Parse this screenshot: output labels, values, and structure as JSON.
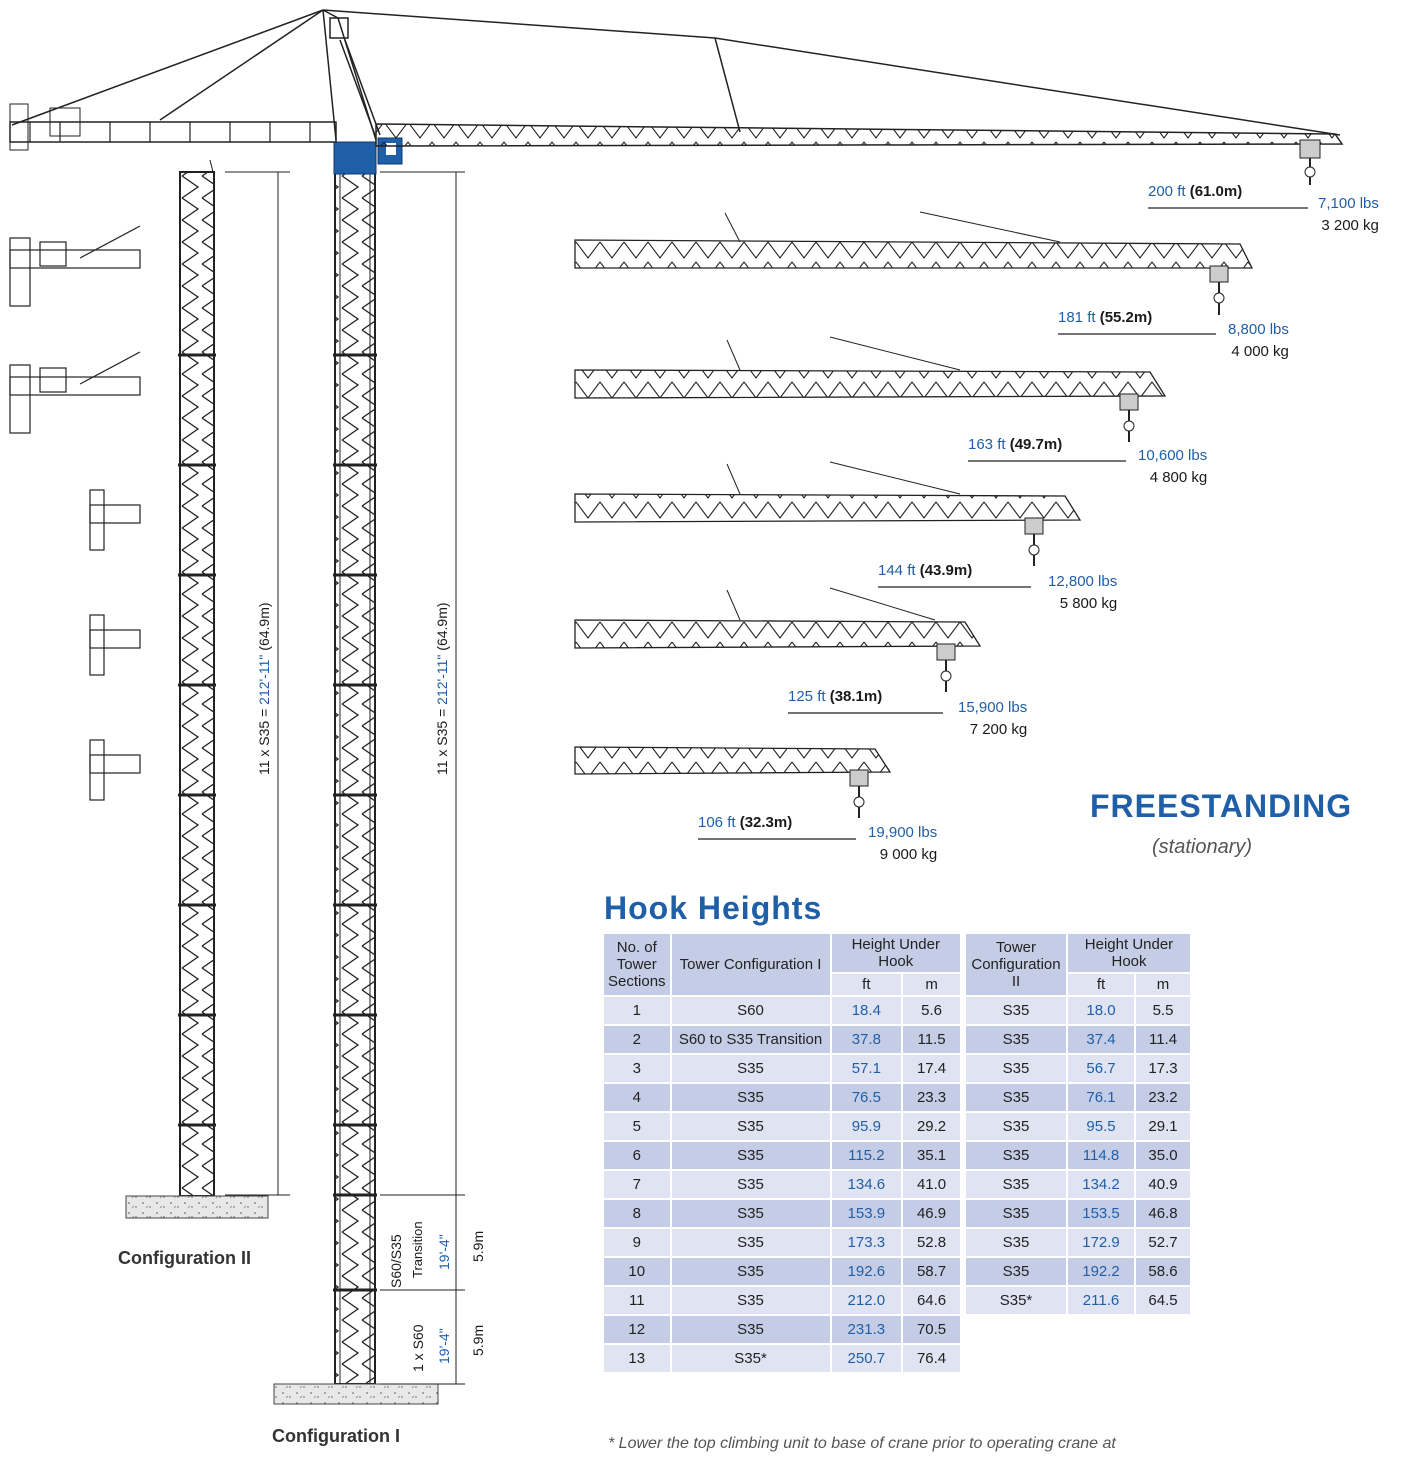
{
  "colors": {
    "accent": "#1f5fa8",
    "row_light": "#dfe3f2",
    "row_dark": "#c5cde6"
  },
  "jibs": [
    {
      "ft": "200 ft",
      "m": "(61.0m)",
      "lbs": "7,100 lbs",
      "kg": "3 200 kg"
    },
    {
      "ft": "181 ft",
      "m": "(55.2m)",
      "lbs": "8,800 lbs",
      "kg": "4 000 kg"
    },
    {
      "ft": "163 ft",
      "m": "(49.7m)",
      "lbs": "10,600 lbs",
      "kg": "4 800 kg"
    },
    {
      "ft": "144 ft",
      "m": "(43.9m)",
      "lbs": "12,800 lbs",
      "kg": "5 800 kg"
    },
    {
      "ft": "125 ft",
      "m": "(38.1m)",
      "lbs": "15,900 lbs",
      "kg": "7 200 kg"
    },
    {
      "ft": "106 ft",
      "m": "(32.3m)",
      "lbs": "19,900 lbs",
      "kg": "9 000 kg"
    }
  ],
  "tower_dims": {
    "config2_height": {
      "prefix": "11 x S35 = ",
      "value": "212'-11\"",
      "suffix": " (64.9m)"
    },
    "config1_height": {
      "prefix": "11 x S35 = ",
      "value": "212'-11\"",
      "suffix": " (64.9m)"
    },
    "transition": {
      "label": "S60/S35",
      "label2": "Transition",
      "ft": "19'-4\"",
      "m": "5.9m"
    },
    "base": {
      "label": "1 x S60",
      "ft": "19'-4\"",
      "m": "5.9m"
    }
  },
  "configs": {
    "config2": "Configuration II",
    "config1": "Configuration I"
  },
  "freestanding": {
    "title": "FREESTANDING",
    "subtitle": "(stationary)"
  },
  "hook_heights": {
    "title": "Hook Heights",
    "headers": {
      "sections": "No. of Tower Sections",
      "cfg1": "Tower Configuration I",
      "height": "Height Under Hook",
      "cfg2": "Tower Configuration II",
      "ft": "ft",
      "m": "m"
    },
    "rows": [
      {
        "n": "1",
        "c1": "S60",
        "ft1": "18.4",
        "m1": "5.6",
        "c2": "S35",
        "ft2": "18.0",
        "m2": "5.5"
      },
      {
        "n": "2",
        "c1": "S60 to S35 Transition",
        "ft1": "37.8",
        "m1": "11.5",
        "c2": "S35",
        "ft2": "37.4",
        "m2": "11.4"
      },
      {
        "n": "3",
        "c1": "S35",
        "ft1": "57.1",
        "m1": "17.4",
        "c2": "S35",
        "ft2": "56.7",
        "m2": "17.3"
      },
      {
        "n": "4",
        "c1": "S35",
        "ft1": "76.5",
        "m1": "23.3",
        "c2": "S35",
        "ft2": "76.1",
        "m2": "23.2"
      },
      {
        "n": "5",
        "c1": "S35",
        "ft1": "95.9",
        "m1": "29.2",
        "c2": "S35",
        "ft2": "95.5",
        "m2": "29.1"
      },
      {
        "n": "6",
        "c1": "S35",
        "ft1": "115.2",
        "m1": "35.1",
        "c2": "S35",
        "ft2": "114.8",
        "m2": "35.0"
      },
      {
        "n": "7",
        "c1": "S35",
        "ft1": "134.6",
        "m1": "41.0",
        "c2": "S35",
        "ft2": "134.2",
        "m2": "40.9"
      },
      {
        "n": "8",
        "c1": "S35",
        "ft1": "153.9",
        "m1": "46.9",
        "c2": "S35",
        "ft2": "153.5",
        "m2": "46.8"
      },
      {
        "n": "9",
        "c1": "S35",
        "ft1": "173.3",
        "m1": "52.8",
        "c2": "S35",
        "ft2": "172.9",
        "m2": "52.7"
      },
      {
        "n": "10",
        "c1": "S35",
        "ft1": "192.6",
        "m1": "58.7",
        "c2": "S35",
        "ft2": "192.2",
        "m2": "58.6"
      },
      {
        "n": "11",
        "c1": "S35",
        "ft1": "212.0",
        "m1": "64.6",
        "c2": "S35*",
        "ft2": "211.6",
        "m2": "64.5"
      },
      {
        "n": "12",
        "c1": "S35",
        "ft1": "231.3",
        "m1": "70.5",
        "c2": "",
        "ft2": "",
        "m2": ""
      },
      {
        "n": "13",
        "c1": "S35*",
        "ft1": "250.7",
        "m1": "76.4",
        "c2": "",
        "ft2": "",
        "m2": ""
      }
    ],
    "footnote": "* Lower the top climbing unit to base of crane prior to operating crane at"
  }
}
